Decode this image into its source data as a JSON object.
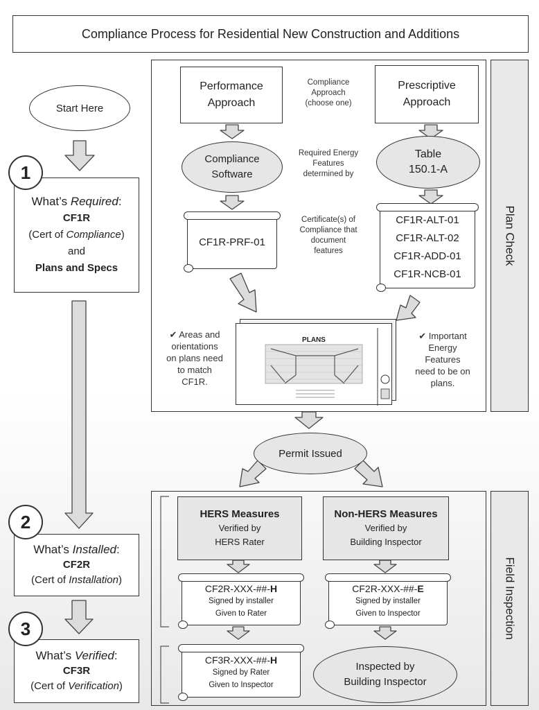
{
  "title": "Compliance Process for Residential New Construction and Additions",
  "plan_check_label": "Plan Check",
  "field_inspection_label": "Field Inspection",
  "start": "Start Here",
  "step1": {
    "number": "1",
    "line1_pre": "What’s ",
    "line1_em": "Required",
    "line1_post": ":",
    "form": "CF1R",
    "cert_pre": "(Cert of ",
    "cert_em": "Compliance",
    "cert_post": ")",
    "and": "and",
    "plans": "Plans and Specs"
  },
  "step2": {
    "number": "2",
    "line1_pre": "What’s ",
    "line1_em": "Installed",
    "line1_post": ":",
    "form": "CF2R",
    "cert_pre": "(Cert of ",
    "cert_em": "Installation",
    "cert_post": ")"
  },
  "step3": {
    "number": "3",
    "line1_pre": "What’s ",
    "line1_em": "Verified",
    "line1_post": ":",
    "form": "CF3R",
    "cert_pre": "(Cert of ",
    "cert_em": "Verification",
    "cert_post": ")"
  },
  "performance": {
    "line1": "Performance",
    "line2": "Approach"
  },
  "prescriptive": {
    "line1": "Prescriptive",
    "line2": "Approach"
  },
  "compliance_approach_note": [
    "Compliance",
    "Approach",
    "(choose one)"
  ],
  "compliance_software": {
    "line1": "Compliance",
    "line2": "Software"
  },
  "table_150": {
    "line1": "Table",
    "line2": "150.1-A"
  },
  "required_features_note": [
    "Required Energy",
    "Features",
    "determined by"
  ],
  "cf1r_prf": "CF1R-PRF-01",
  "certificates_note": [
    "Certificate(s) of",
    "Compliance that",
    "document",
    "features"
  ],
  "prescriptive_forms": [
    "CF1R-ALT-01",
    "CF1R-ALT-02",
    "CF1R-ADD-01",
    "CF1R-NCB-01"
  ],
  "plans_label": "PLANS",
  "left_check_note": [
    "✔ Areas and",
    "orientations",
    "on plans need",
    "to match",
    "CF1R."
  ],
  "right_check_note": [
    "✔ Important",
    "Energy",
    "Features",
    "need to be on",
    "plans."
  ],
  "permit": "Permit Issued",
  "hers": {
    "title": "HERS Measures",
    "line1": "Verified by",
    "line2": "HERS Rater"
  },
  "non_hers": {
    "title": "Non-HERS Measures",
    "line1": "Verified by",
    "line2": "Building Inspector"
  },
  "cf2r_h": {
    "code_pre": "CF2R-XXX-##-",
    "code_suffix": "H",
    "line1": "Signed by installer",
    "line2": "Given to Rater"
  },
  "cf2r_e": {
    "code_pre": "CF2R-XXX-##-",
    "code_suffix": "E",
    "line1": "Signed by installer",
    "line2": "Given to Inspector"
  },
  "cf3r_h": {
    "code_pre": "CF3R-XXX-##-",
    "code_suffix": "H",
    "line1": "Signed by Rater",
    "line2": "Given to Inspector"
  },
  "inspected": {
    "line1": "Inspected by",
    "line2": "Building Inspector"
  }
}
